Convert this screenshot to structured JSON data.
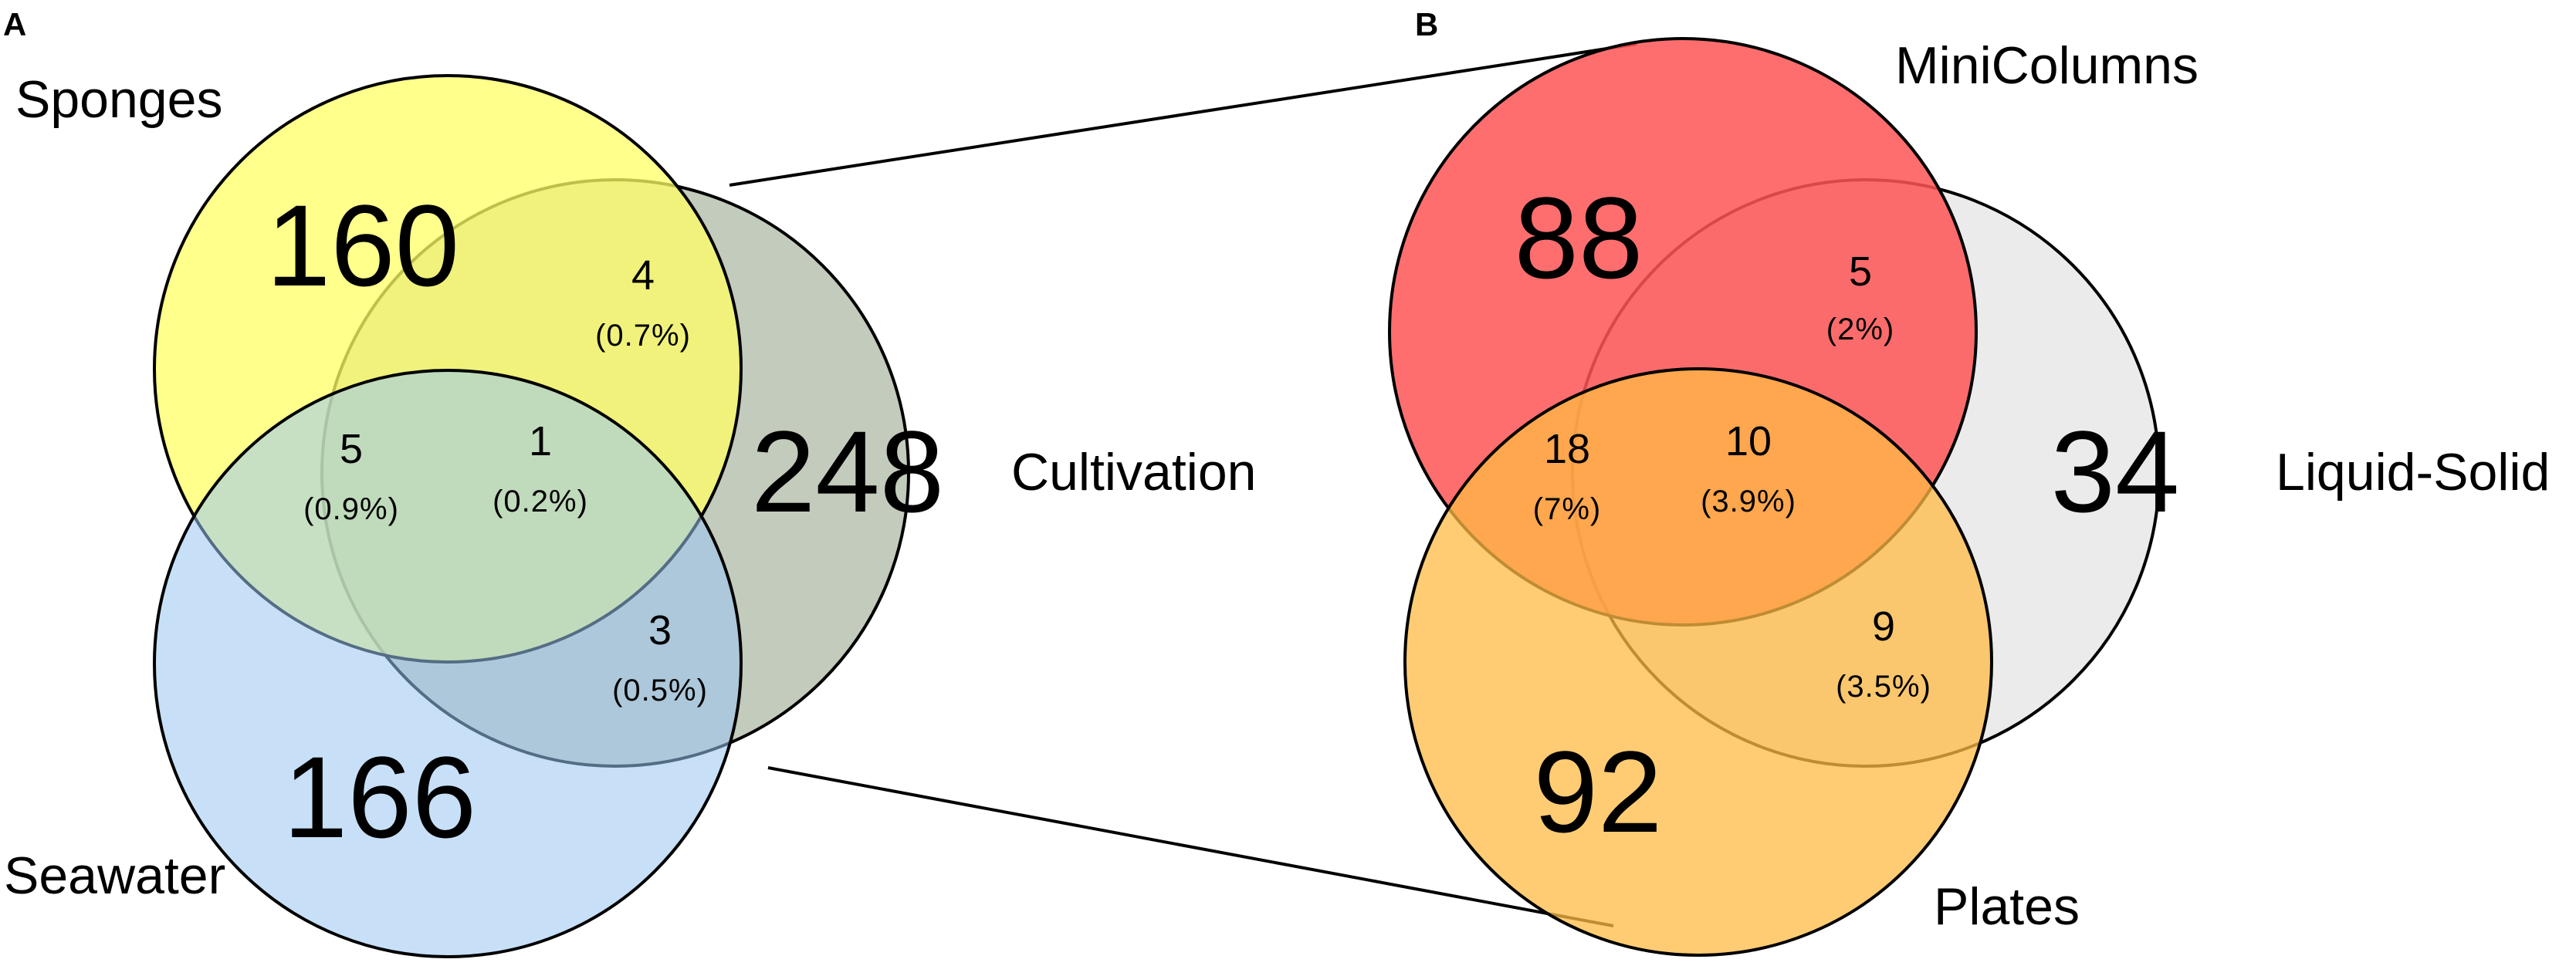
{
  "panel_a": {
    "letter": "A",
    "sets": {
      "sponges": {
        "label": "Sponges",
        "unique": "160",
        "color": "#ffff66"
      },
      "seawater": {
        "label": "Seawater",
        "unique": "166",
        "color": "#99c6f2"
      },
      "cultivation": {
        "label": "Cultivation",
        "unique": "248",
        "color": "#b8c2b0"
      }
    },
    "overlaps": {
      "sponges_cultivation": {
        "count": "4",
        "pct": "(0.7%)"
      },
      "sponges_seawater": {
        "count": "5",
        "pct": "(0.9%)"
      },
      "all_three": {
        "count": "1",
        "pct": "(0.2%)"
      },
      "seawater_cultivation": {
        "count": "3",
        "pct": "(0.5%)"
      }
    }
  },
  "panel_b": {
    "letter": "B",
    "sets": {
      "minicolumns": {
        "label": "MiniColumns",
        "unique": "88",
        "color": "#ff5555"
      },
      "plates": {
        "label": "Plates",
        "unique": "92",
        "color": "#ffbb44"
      },
      "liquid_solid": {
        "label": "Liquid-Solid",
        "unique": "34",
        "color": "#e8e8e8"
      }
    },
    "overlaps": {
      "minicolumns_liquidsolid": {
        "count": "5",
        "pct": "(2%)"
      },
      "minicolumns_plates": {
        "count": "18",
        "pct": "(7%)"
      },
      "all_three": {
        "count": "10",
        "pct": "(3.9%)"
      },
      "plates_liquidsolid": {
        "count": "9",
        "pct": "(3.5%)"
      }
    }
  }
}
